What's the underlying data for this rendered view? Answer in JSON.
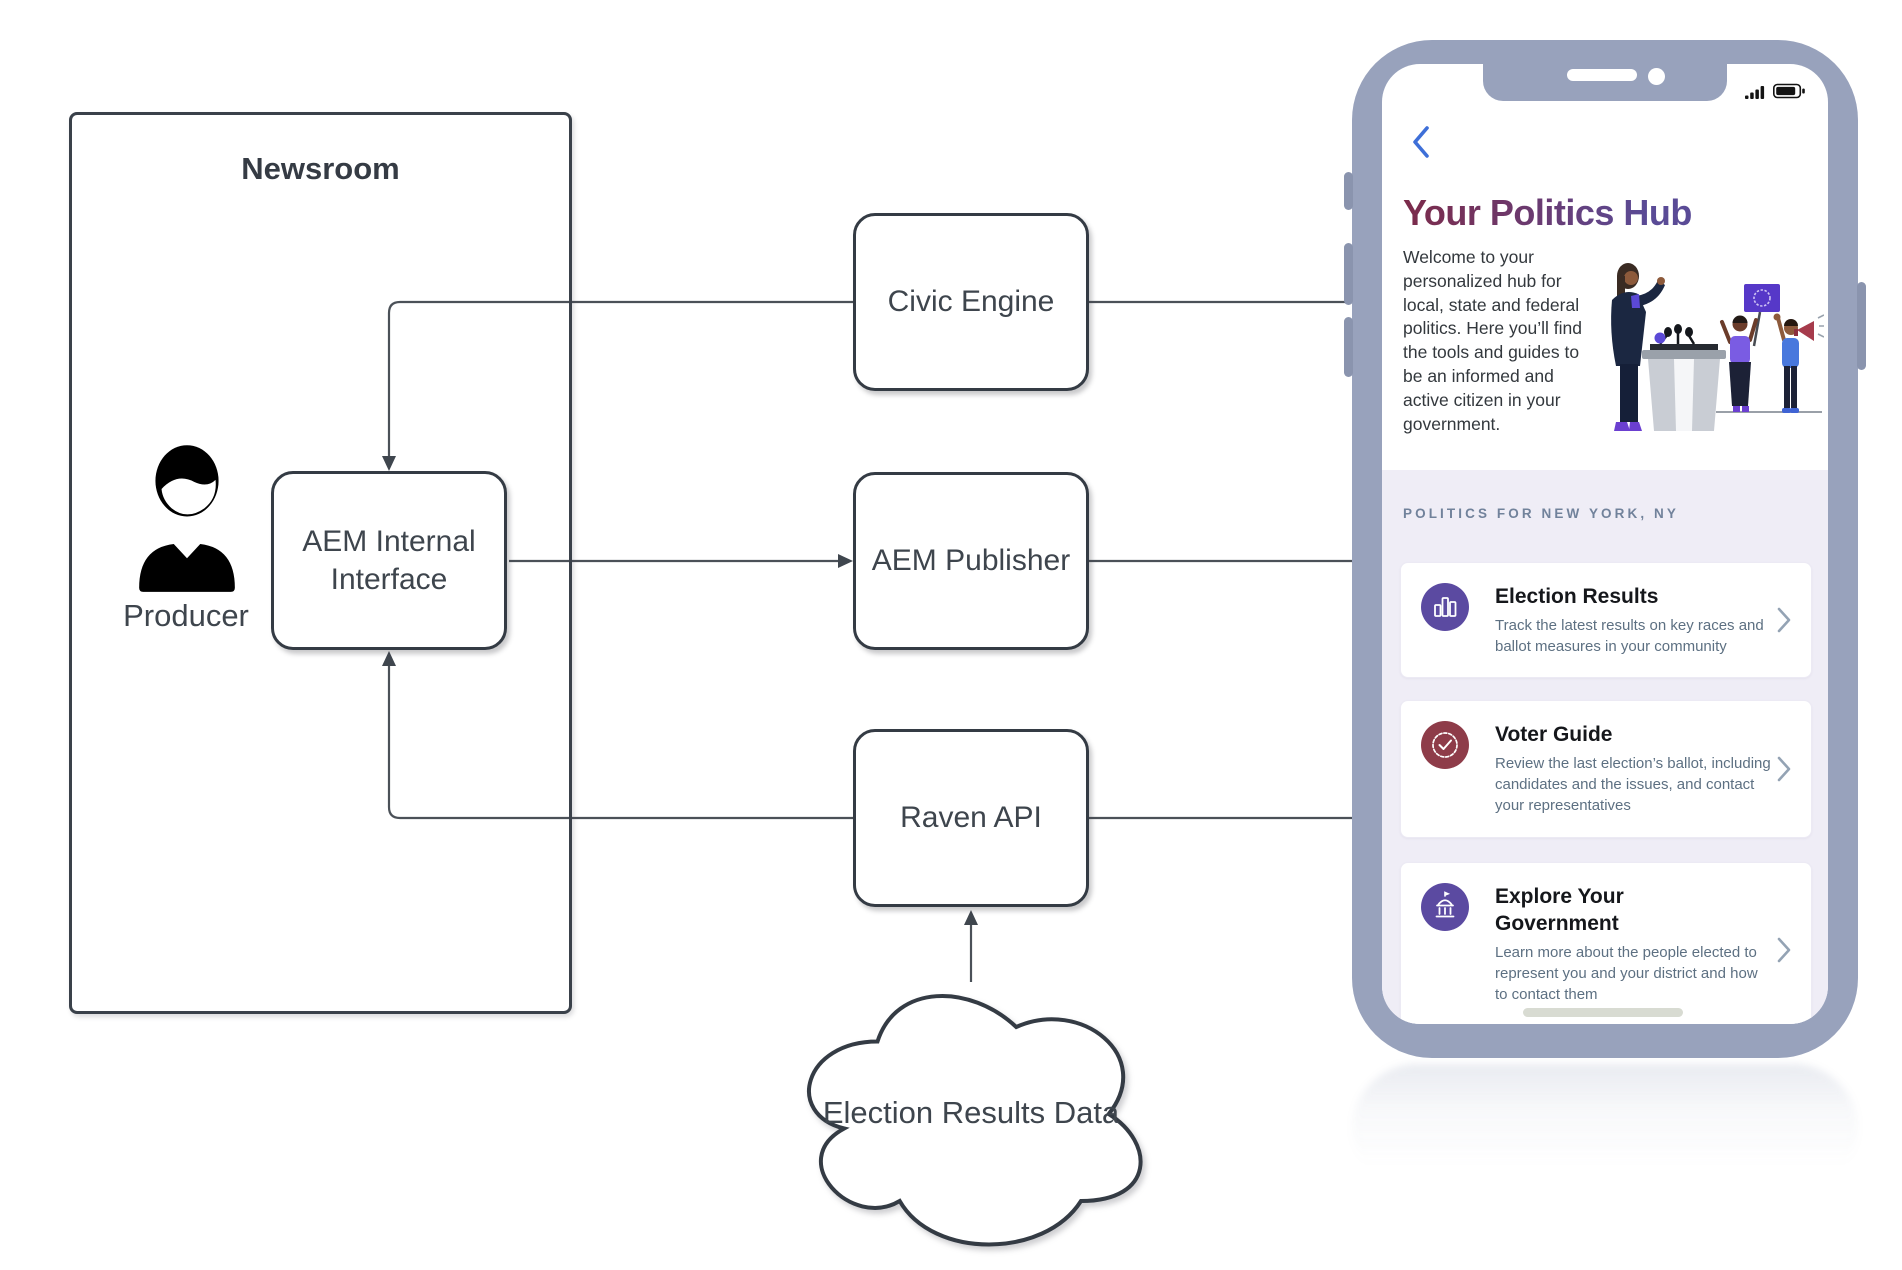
{
  "diagram": {
    "newsroom_title": "Newsroom",
    "producer_label": "Producer",
    "nodes": {
      "aem_internal_line1": "AEM Internal",
      "aem_internal_line2": "Interface",
      "civic_engine": "Civic Engine",
      "aem_publisher": "AEM Publisher",
      "raven_api": "Raven API"
    },
    "cloud_label": "Election Results Data",
    "stroke_color": "#3e454d"
  },
  "phone": {
    "status_icons": [
      "signal-bars-icon",
      "battery-icon"
    ],
    "back_icon": "back-chevron-icon",
    "title": "Your Politics Hub",
    "intro": "Welcome to your\npersonalized hub for\nlocal, state and federal\npolitics. Here you’ll find\nthe tools and guides to\nbe an informed and\nactive citizen in your\ngovernment.",
    "section_header": "POLITICS FOR NEW YORK, NY",
    "cards": [
      {
        "icon": "bar-chart-icon",
        "icon_color": "#5b4aa1",
        "title": "Election Results",
        "description": "Track the latest results on key races and ballot measures in your community"
      },
      {
        "icon": "seal-check-icon",
        "icon_color": "#8e3c49",
        "title": "Voter Guide",
        "description": "Review the last election’s ballot, including candidates and the issues, and contact your representatives"
      },
      {
        "icon": "government-building-icon",
        "icon_color": "#5b4aa1",
        "title": "Explore Your Government",
        "description": "Learn more about the people elected to represent you and your district and how to contact them"
      }
    ]
  },
  "colors": {
    "phone_frame": "#98a2bc",
    "screen_bg": "#ffffff",
    "section_bg": "#efedf6",
    "title_gradient_start": "#7c2b4a",
    "title_gradient_end": "#5a4b96",
    "back_arrow": "#3e6fd8",
    "card_title": "#15171b",
    "card_subtitle": "#5d7082"
  }
}
